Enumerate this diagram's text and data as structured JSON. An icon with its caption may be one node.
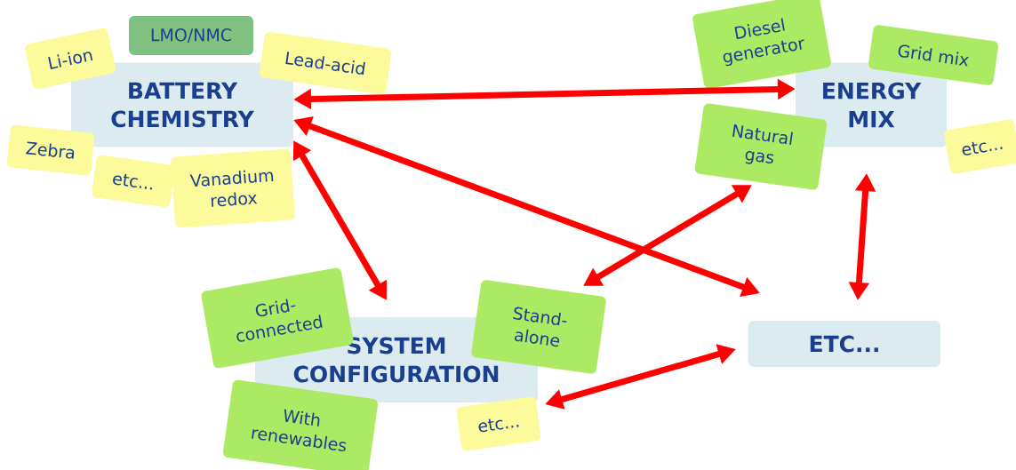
{
  "diagram": {
    "nodes": [
      {
        "text": [
          "BATTERY CHEMISTRY"
        ]
      },
      {
        "text": [
          "LMO/NMC"
        ]
      },
      {
        "text": [
          "Li-ion"
        ]
      },
      {
        "text": [
          "Lead-acid"
        ]
      },
      {
        "text": [
          "Zebra"
        ]
      },
      {
        "text": [
          "etc..."
        ]
      },
      {
        "text": [
          "Vanadium redox"
        ]
      },
      {
        "text": [
          "ENERGY MIX"
        ]
      },
      {
        "text": [
          "Diesel generator"
        ]
      },
      {
        "text": [
          "Grid mix"
        ]
      },
      {
        "text": [
          "Natural gas"
        ]
      },
      {
        "text": [
          "etc..."
        ]
      },
      {
        "text": [
          "SYSTEM CONFIGURATION"
        ]
      },
      {
        "text": [
          "Grid-connected"
        ]
      },
      {
        "text": [
          "Stand-alone"
        ]
      },
      {
        "text": [
          "With renewables"
        ]
      },
      {
        "text": [
          "etc..."
        ]
      },
      {
        "text": [
          "ETC..."
        ]
      }
    ],
    "edges": [
      {
        "from": 0,
        "to": 7,
        "arrow": "both"
      },
      {
        "from": 0,
        "to": 17,
        "arrow": "both"
      },
      {
        "from": 0,
        "to": 12,
        "arrow": "both"
      },
      {
        "from": 10,
        "to": 14,
        "arrow": "both"
      },
      {
        "from": 7,
        "to": 17,
        "arrow": "both"
      },
      {
        "from": 12,
        "to": 17,
        "arrow": "both"
      }
    ]
  }
}
